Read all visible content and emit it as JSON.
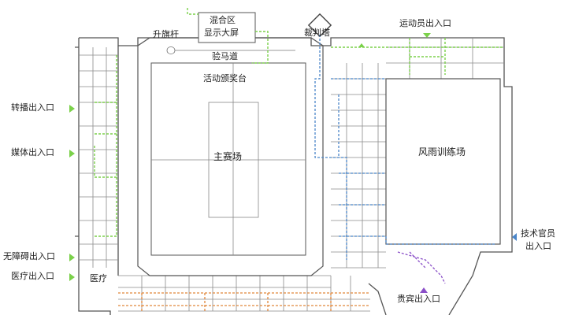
{
  "labels": {
    "zone_screen_line1": "混合区",
    "zone_screen_line2": "显示大屏",
    "flag_pole": "升旗杆",
    "referee_tower": "裁判塔",
    "athlete_entrance": "运动员出入口",
    "horse_inspection": "验马道",
    "award_stage": "活动颁奖台",
    "broadcast_entrance": "转播出入口",
    "main_arena": "主赛场",
    "media_entrance": "媒体出入口",
    "all_weather_training": "风雨训练场",
    "accessible_entrance": "无障碍出入口",
    "tech_officials_line1": "技术官员",
    "tech_officials_line2": "出入口",
    "medical_entrance": "医疗出入口",
    "medical": "医疗",
    "vip_entrance": "贵宾出入口"
  },
  "colors": {
    "wall": "#555555",
    "thin_line": "#8a8a8a",
    "green_route": "#7bd14a",
    "blue_route": "#4b86c9",
    "orange_route": "#e0863a",
    "purple_route": "#8a4fc8"
  }
}
